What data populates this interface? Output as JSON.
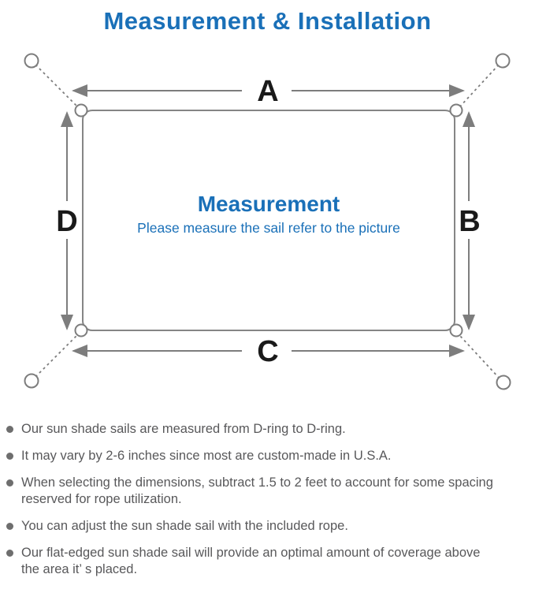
{
  "title": "Measurement & Installation",
  "diagram": {
    "labels": {
      "top": "A",
      "right": "B",
      "bottom": "C",
      "left": "D"
    },
    "center_title": "Measurement",
    "center_subtitle": "Please measure the sail refer to the picture"
  },
  "colors": {
    "accent_blue": "#1a70b8",
    "line_gray": "#7d7d7d",
    "label_black": "#1a1a1a",
    "note_gray": "#58585a"
  },
  "notes": [
    "Our sun shade sails are measured from D-ring to D-ring.",
    "It may vary by 2-6 inches since most are custom-made in U.S.A.",
    "When selecting the dimensions, subtract 1.5 to 2 feet to account for some spacing\nreserved for rope utilization.",
    "You can adjust the sun shade sail with the included rope.",
    "Our flat-edged sun shade sail will provide an optimal amount of coverage above\nthe area it’ s placed."
  ]
}
